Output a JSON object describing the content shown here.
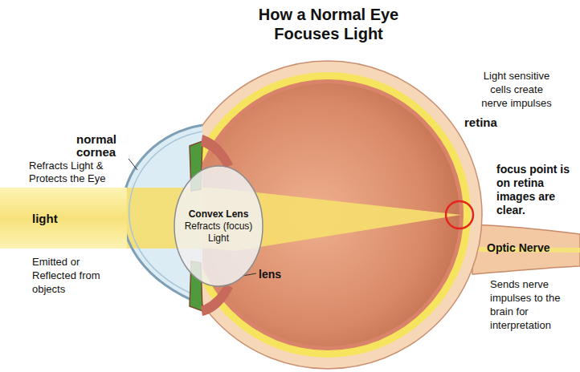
{
  "diagram": {
    "title": "How a Normal Eye Focuses Light",
    "nodes": [
      {
        "text": [
          "light"
        ]
      },
      {
        "text": [
          "Convex Lens",
          "Refracts (focus) Light"
        ]
      }
    ],
    "labels": [
      "normal cornea",
      "Refracts Light & Protects the Eye",
      "Emitted or Reflected from objects",
      "lens",
      "Light sensitive cells create nerve impulses",
      "retina",
      "focus point is on retina images are clear.",
      "Optic Nerve",
      "Sends nerve impulses to the brain for interpretation"
    ]
  }
}
